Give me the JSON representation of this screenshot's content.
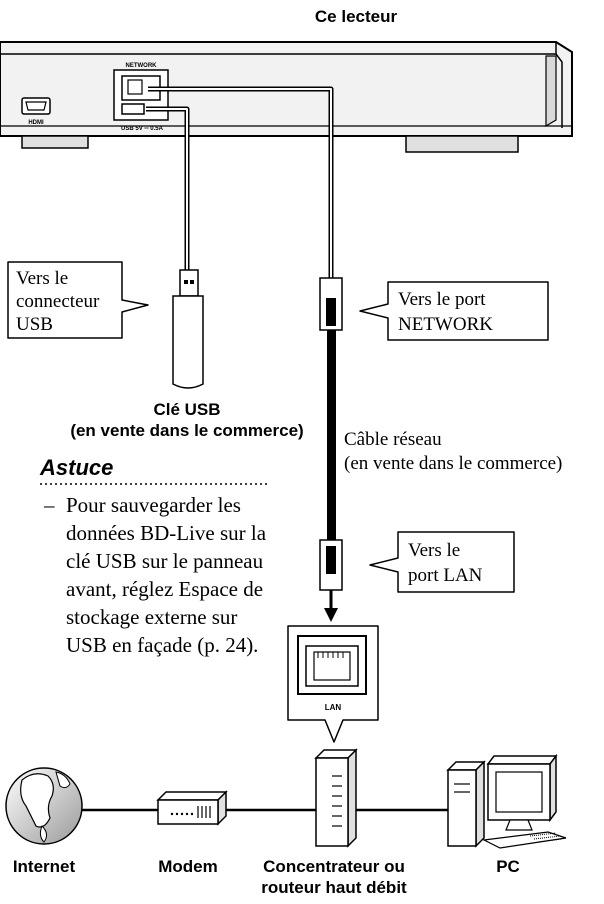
{
  "player": {
    "title": "Ce lecteur",
    "hdmi_label": "HDMI",
    "network_label": "NETWORK",
    "usb_label": "USB  5V ═ 0.5A"
  },
  "callouts": {
    "usb_connector": [
      "Vers le",
      "connecteur",
      "USB"
    ],
    "network_port": [
      "Vers le port",
      "NETWORK"
    ],
    "lan_port": [
      "Vers le",
      "port LAN"
    ]
  },
  "usb_key": {
    "label": [
      "Clé USB",
      "(en vente dans le commerce)"
    ]
  },
  "cable": {
    "label": [
      "Câble réseau",
      "(en vente dans le commerce)"
    ]
  },
  "tip": {
    "title": "Astuce",
    "dash": "–",
    "lines": [
      "Pour sauvegarder les",
      "données BD-Live sur la",
      "clé USB sur le panneau",
      "avant, réglez Espace de",
      "stockage externe sur",
      "USB en façade (p. 24)."
    ]
  },
  "lan_box": {
    "label": "LAN"
  },
  "devices": {
    "internet": "Internet",
    "modem": "Modem",
    "hub": [
      "Concentrateur ou",
      "routeur haut débit"
    ],
    "pc": "PC"
  }
}
